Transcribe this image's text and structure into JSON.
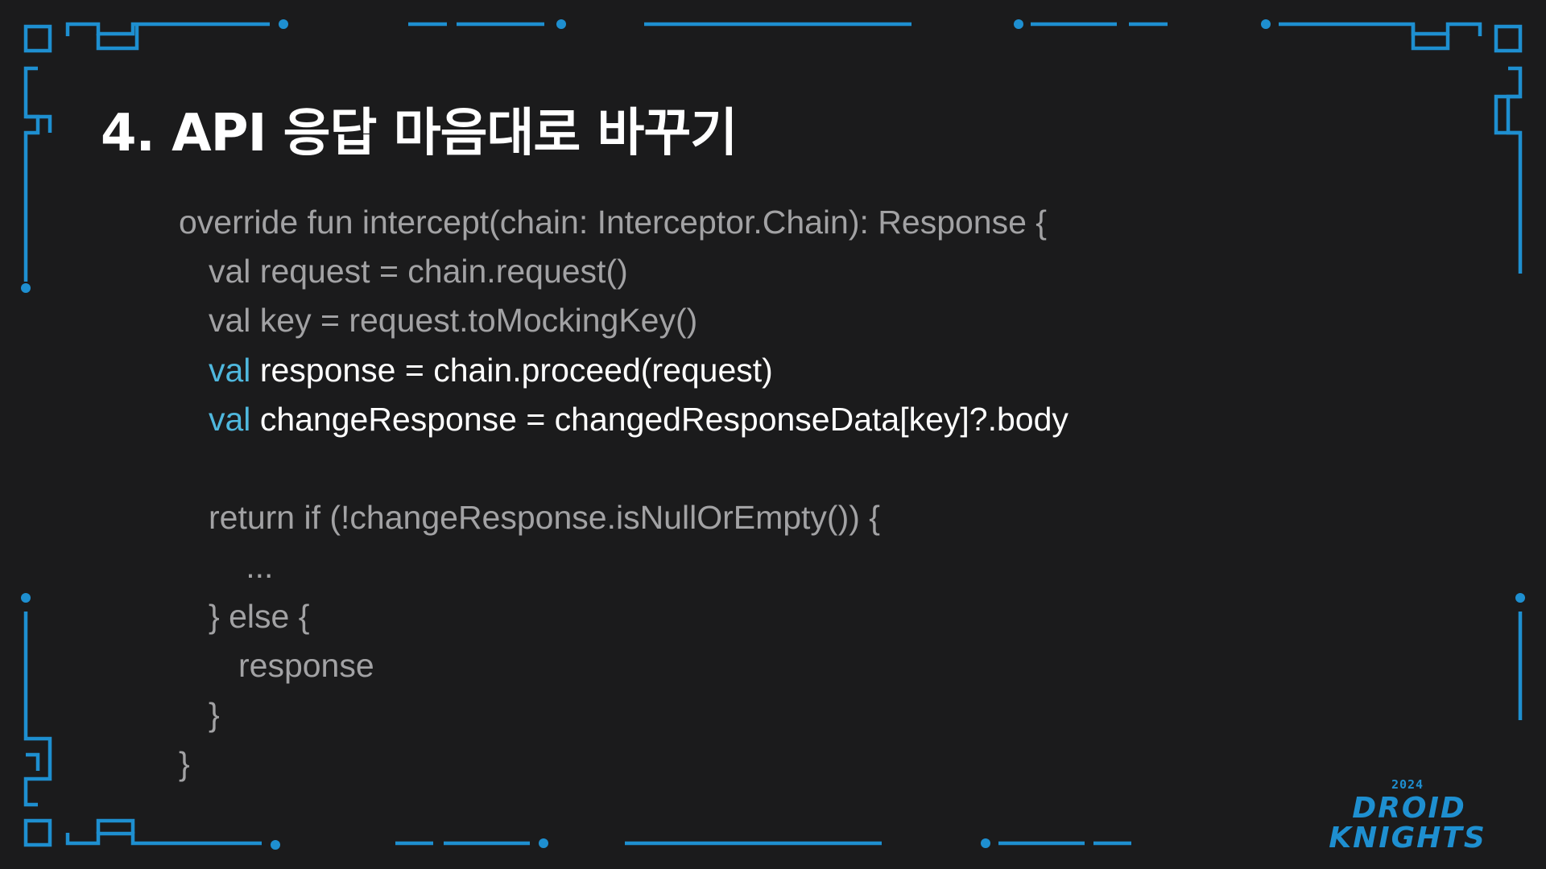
{
  "slide": {
    "title": "4. API 응답 마음대로 바꾸기"
  },
  "code": {
    "lines": [
      {
        "indent": 0,
        "tokens": [
          {
            "text": "override fun intercept(chain: Interceptor.Chain): Response {",
            "style": "dim"
          }
        ]
      },
      {
        "indent": 1,
        "tokens": [
          {
            "text": "val request = chain.request()",
            "style": "dim"
          }
        ]
      },
      {
        "indent": 1,
        "tokens": [
          {
            "text": "val key = request.toMockingKey()",
            "style": "dim"
          }
        ]
      },
      {
        "indent": 1,
        "tokens": [
          {
            "text": "val",
            "style": "kw"
          },
          {
            "text": " response = chain.proceed(request)",
            "style": "bright"
          }
        ]
      },
      {
        "indent": 1,
        "tokens": [
          {
            "text": "val",
            "style": "kw"
          },
          {
            "text": " changeResponse = changedResponseData[key]?.body",
            "style": "bright"
          }
        ]
      },
      {
        "indent": 1,
        "tokens": []
      },
      {
        "indent": 1,
        "tokens": [
          {
            "text": "return if (!changeResponse.isNullOrEmpty()) {",
            "style": "dim"
          }
        ]
      },
      {
        "indent": 2.25,
        "tokens": [
          {
            "text": "...",
            "style": "dim"
          }
        ]
      },
      {
        "indent": 1,
        "tokens": [
          {
            "text": "} else {",
            "style": "dim"
          }
        ]
      },
      {
        "indent": 2,
        "tokens": [
          {
            "text": "response",
            "style": "dim"
          }
        ]
      },
      {
        "indent": 1,
        "tokens": [
          {
            "text": "}",
            "style": "dim"
          }
        ]
      },
      {
        "indent": 0,
        "tokens": [
          {
            "text": "}",
            "style": "dim"
          }
        ]
      }
    ]
  },
  "logo": {
    "year": "2024",
    "line1": "DROID",
    "line2": "KNIGHTS"
  },
  "colors": {
    "background": "#1b1b1c",
    "frame": "#1e8fd0",
    "keyword": "#4fb8de",
    "code_dim": "#a2a2a4",
    "code_bright": "#ffffff",
    "title": "#ffffff"
  }
}
